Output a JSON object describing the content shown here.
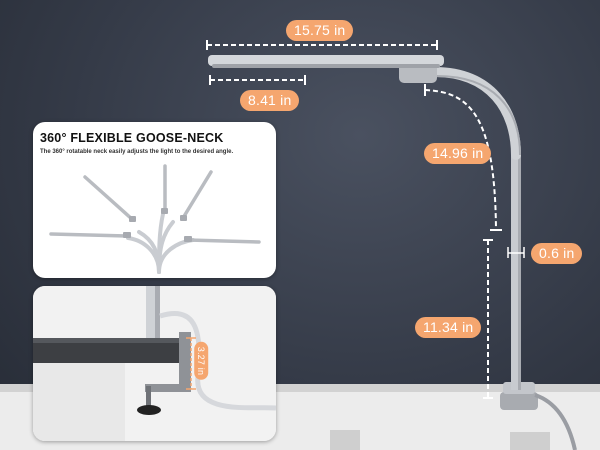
{
  "dimensions": {
    "lamp_head_width": "15.75 in",
    "lamp_head_depth": "8.41 in",
    "gooseneck_length": "14.96 in",
    "pole_diameter": "0.6 in",
    "pole_height": "11.34 in",
    "clamp_opening": "3.27 in"
  },
  "feature_card": {
    "title": "360° FLEXIBLE GOOSE-NECK",
    "subtitle": "The 360° rotatable neck easily adjusts the light to the desired angle."
  },
  "colors": {
    "accent": "#f5a66f",
    "background": "#353b48",
    "lamp": "#c9ccd1",
    "desk": "#e6e6e6"
  }
}
